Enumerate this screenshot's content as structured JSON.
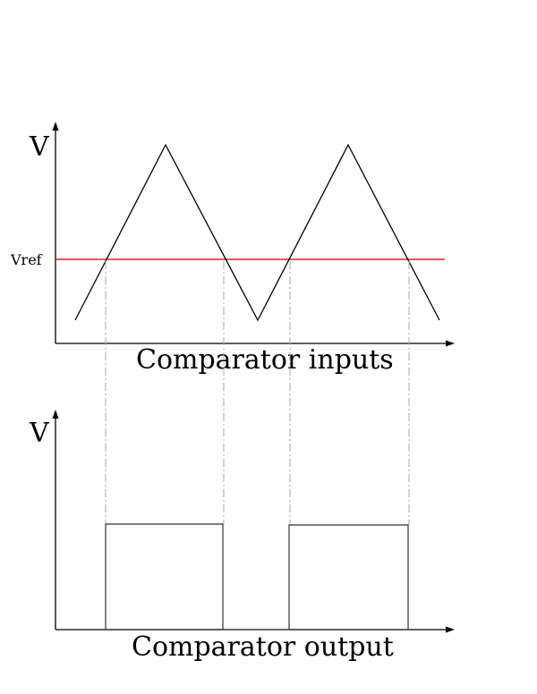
{
  "top_panel": {
    "y_axis_label": "V",
    "ref_label": "Vref",
    "caption": "Comparator inputs"
  },
  "bottom_panel": {
    "y_axis_label": "V",
    "caption": "Comparator output"
  },
  "colors": {
    "axis": "#000000",
    "triangle_wave": "#000000",
    "reference_line": "#c00000",
    "guide_line": "#a0a0a0",
    "square_wave": "#333333"
  }
}
